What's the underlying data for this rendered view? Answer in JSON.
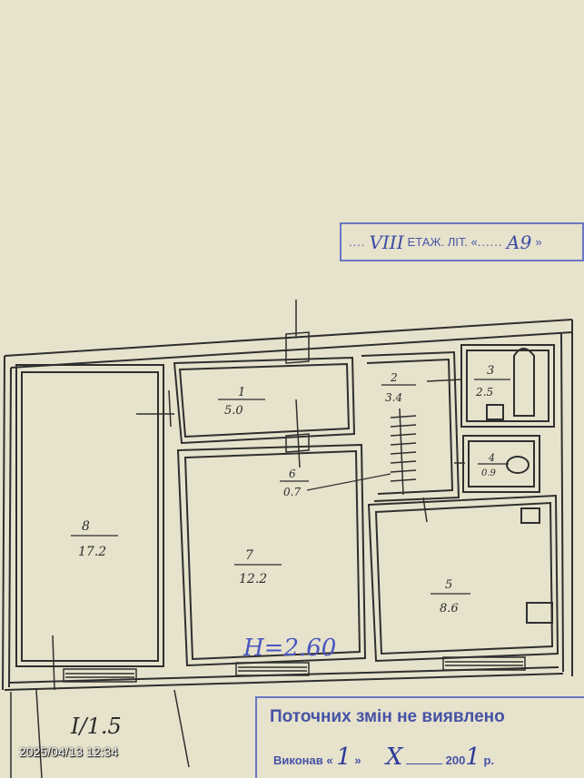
{
  "floor_stamp": {
    "floor": "VIII",
    "dots_before": "....",
    "text": "ЕТАЖ. ЛІТ. «",
    "dots_mid": "......",
    "letter": "А9",
    "close": "»"
  },
  "rooms": [
    {
      "number": "1",
      "area": "5.0"
    },
    {
      "number": "2",
      "area": "3.4"
    },
    {
      "number": "3",
      "area": "2.5"
    },
    {
      "number": "4",
      "area": "0.9"
    },
    {
      "number": "5",
      "area": "8.6"
    },
    {
      "number": "6",
      "area": "0.7"
    },
    {
      "number": "7",
      "area": "12.2"
    },
    {
      "number": "8",
      "area": "17.2"
    }
  ],
  "height_note": "H=2.60",
  "section_note": "I/1.5",
  "changes_stamp": {
    "title": "Поточних змін не виявлено",
    "executed_label": "Виконав «",
    "day": "1",
    "mid": "»",
    "month": "X",
    "year_prefix": "200",
    "year_suffix": "1",
    "year_unit": "р."
  },
  "timestamp": "2025/04/13 12:34",
  "colors": {
    "paper": "#e6e2cc",
    "ink": "#2b2b2b",
    "stamp": "#4a56a8"
  }
}
